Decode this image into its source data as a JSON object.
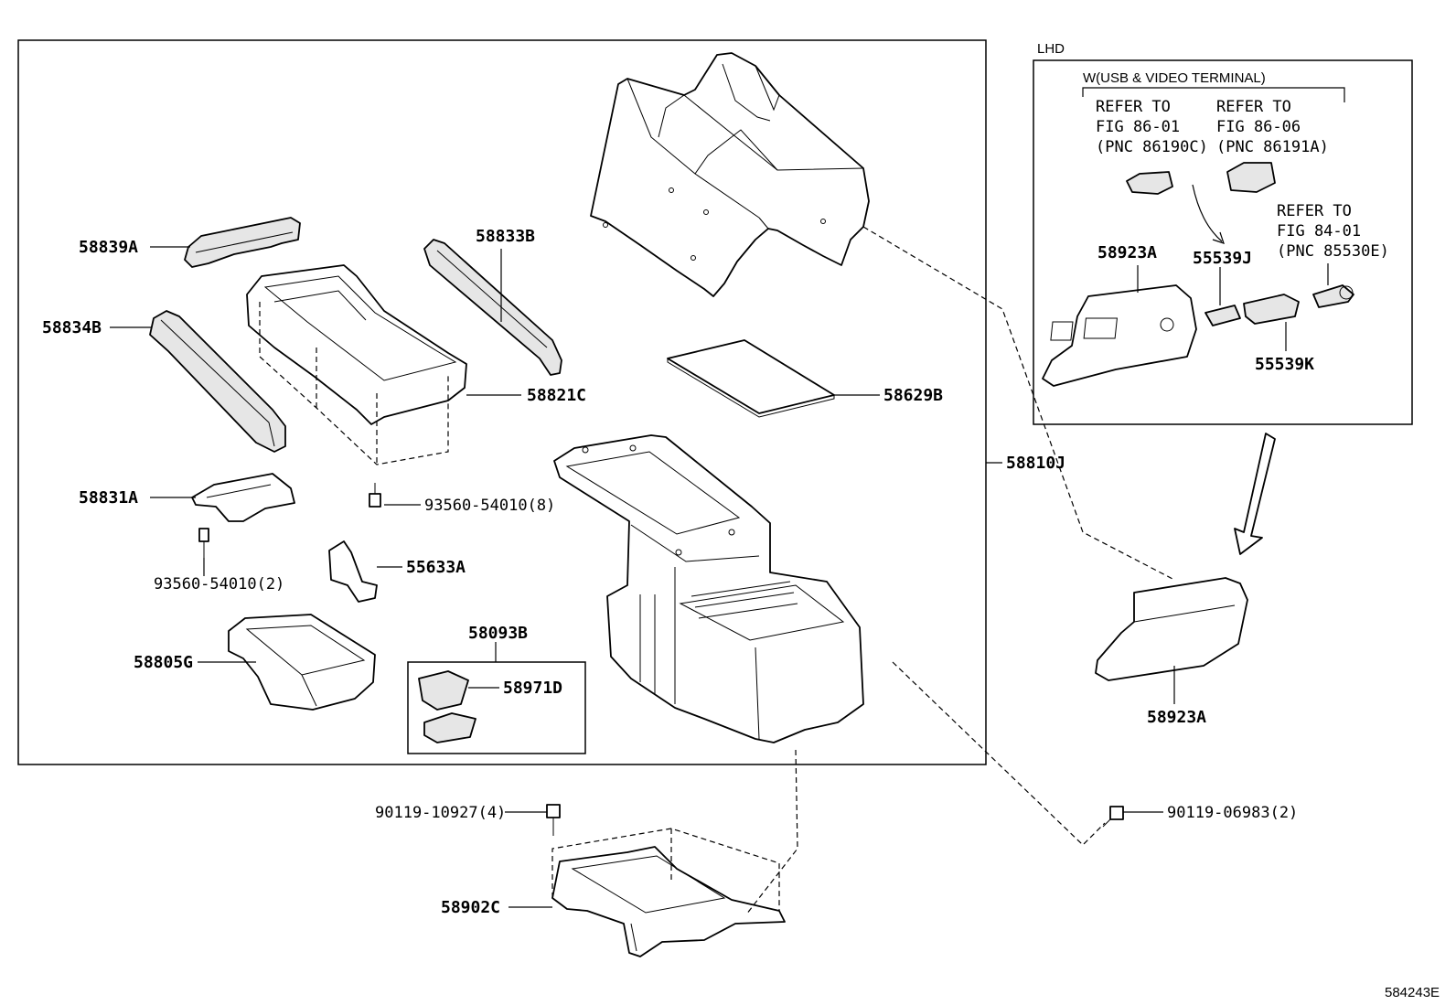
{
  "labels": {
    "p58839A": "58839A",
    "p58833B": "58833B",
    "p58834B": "58834B",
    "p58821C": "58821C",
    "p58629B": "58629B",
    "p58810J": "58810J",
    "p58831A": "58831A",
    "p93560_8": "93560-54010(8)",
    "p93560_2": "93560-54010(2)",
    "p55633A": "55633A",
    "p58093B": "58093B",
    "p58971D": "58971D",
    "p58805G": "58805G",
    "p90119_10927": "90119-10927(4)",
    "p58902C": "58902C",
    "p90119_06983": "90119-06983(2)",
    "p58923A_main": "58923A",
    "p58923A_inset": "58923A",
    "p55539J": "55539J",
    "p55539K": "55539K"
  },
  "inset": {
    "title": "LHD",
    "bracket_label": "W(USB & VIDEO TERMINAL)",
    "ref1": [
      "REFER TO",
      "FIG 86-01",
      "(PNC 86190C)"
    ],
    "ref2": [
      "REFER TO",
      "FIG 86-06",
      "(PNC 86191A)"
    ],
    "ref3": [
      "REFER TO",
      "FIG 84-01",
      "(PNC 85530E)"
    ]
  },
  "figure_id": "584243E"
}
